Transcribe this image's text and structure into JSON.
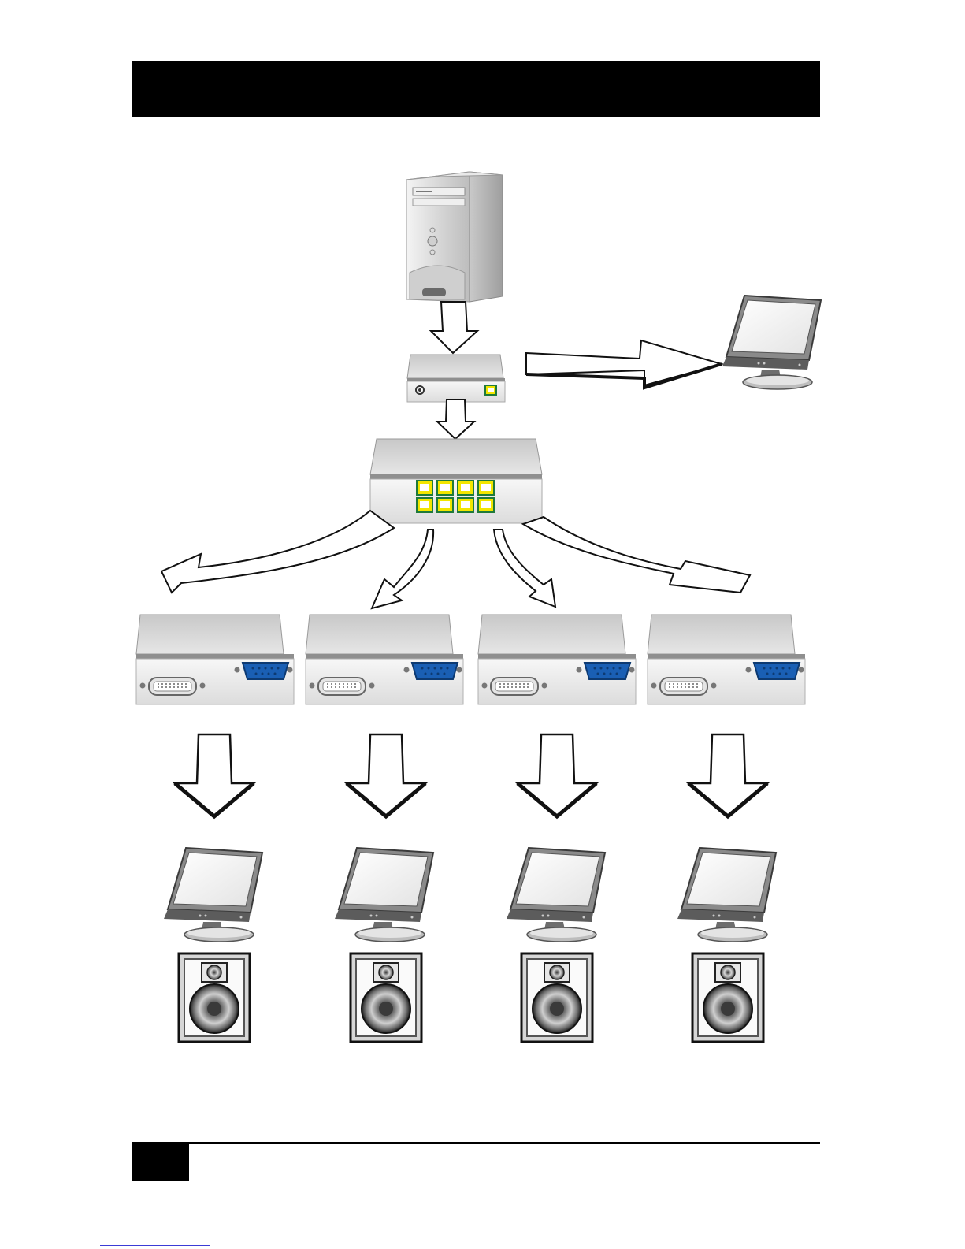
{
  "page": {
    "header_text": "",
    "page_number": ""
  },
  "colors": {
    "header_bar": "#000000",
    "device_gray": "#d9d9d9",
    "port_blue": "#1a5fb4",
    "port_yellow": "#f2e600",
    "port_green": "#1f7a3a"
  },
  "diagram": {
    "nodes": [
      {
        "id": "pc-tower",
        "icon": "computer-tower-icon"
      },
      {
        "id": "transmitter",
        "icon": "transmitter-box-icon"
      },
      {
        "id": "local-monitor",
        "icon": "monitor-icon"
      },
      {
        "id": "network-switch",
        "icon": "ethernet-switch-icon"
      },
      {
        "id": "receivers",
        "icon": "receiver-box-icon",
        "count": 4
      },
      {
        "id": "displays",
        "icon": "monitor-icon",
        "count": 4
      },
      {
        "id": "speakers",
        "icon": "speaker-icon",
        "count": 4
      }
    ],
    "connections": [
      [
        "pc-tower",
        "transmitter"
      ],
      [
        "transmitter",
        "local-monitor"
      ],
      [
        "transmitter",
        "network-switch"
      ],
      [
        "network-switch",
        "receivers"
      ],
      [
        "receivers",
        "displays"
      ]
    ]
  }
}
